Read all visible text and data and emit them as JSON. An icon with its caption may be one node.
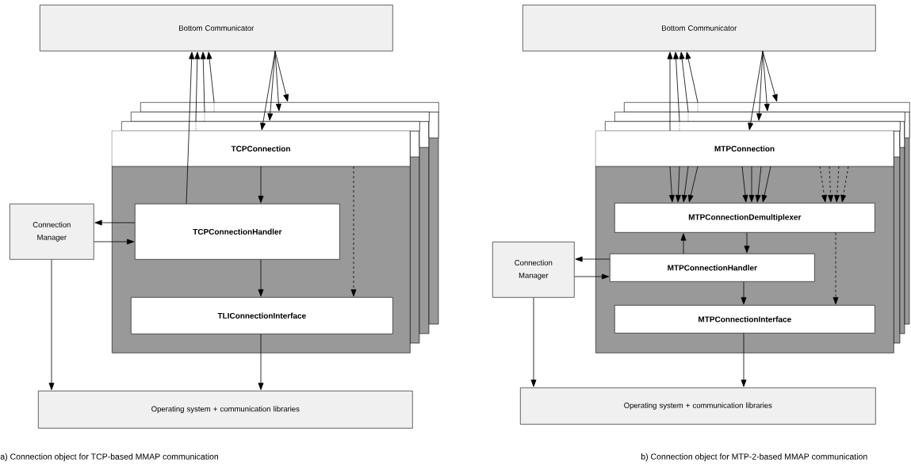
{
  "diagram": {
    "nodes": [
      {
        "text": [
          "Bottom Communicator"
        ]
      },
      {
        "text": [],
        "shape": "box"
      },
      {
        "text": [],
        "shape": "box"
      },
      {
        "text": [],
        "shape": "box"
      },
      {
        "text": [
          "TCPConnection"
        ]
      },
      {
        "text": [
          "Connection Manager"
        ]
      },
      {
        "text": [
          "TCPConnectionHandler"
        ],
        "in": 4
      },
      {
        "text": [
          "TLIConnectionInterface"
        ],
        "in": 4
      },
      {
        "text": [
          "Operating system + communication libraries"
        ]
      },
      {
        "text": [
          "Bottom Communicator"
        ]
      },
      {
        "text": [],
        "shape": "box"
      },
      {
        "text": [],
        "shape": "box"
      },
      {
        "text": [],
        "shape": "box"
      },
      {
        "text": [
          "MTPConnection"
        ]
      },
      {
        "text": [
          "MTPConnectionDemultiplexer"
        ],
        "in": 13
      },
      {
        "text": [
          "Connection Manager"
        ]
      },
      {
        "text": [
          "MTPConnectionHandler"
        ],
        "in": 13
      },
      {
        "text": [
          "MTPConnectionInterface"
        ],
        "in": 13
      },
      {
        "text": [
          "Operating system + communication libraries"
        ]
      }
    ],
    "edges": [
      {
        "from": 6,
        "to": 0,
        "arrow": "to"
      },
      {
        "from": 3,
        "to": 0,
        "arrow": "to"
      },
      {
        "from": 2,
        "to": 0,
        "arrow": "to"
      },
      {
        "from": 1,
        "to": 0,
        "arrow": "to"
      },
      {
        "from": 0,
        "to": 4,
        "arrow": "to"
      },
      {
        "from": 0,
        "to": 3,
        "arrow": "to"
      },
      {
        "from": 0,
        "to": 2,
        "arrow": "to"
      },
      {
        "from": 0,
        "to": 1,
        "arrow": "to"
      },
      {
        "from": 4,
        "to": 6,
        "arrow": "to"
      },
      {
        "from": 4,
        "to": 7,
        "arrow": "to",
        "style": "dashed"
      },
      {
        "from": 6,
        "to": 5,
        "arrow": "to"
      },
      {
        "from": 5,
        "to": 6,
        "arrow": "to"
      },
      {
        "from": 6,
        "to": 7,
        "arrow": "to"
      },
      {
        "from": 7,
        "to": 8,
        "arrow": "to"
      },
      {
        "from": 5,
        "to": 8,
        "arrow": "to"
      },
      {
        "from": 13,
        "to": 9,
        "arrow": "to"
      },
      {
        "from": 12,
        "to": 9,
        "arrow": "to"
      },
      {
        "from": 11,
        "to": 9,
        "arrow": "to"
      },
      {
        "from": 10,
        "to": 9,
        "arrow": "to"
      },
      {
        "from": 9,
        "to": 13,
        "arrow": "to"
      },
      {
        "from": 9,
        "to": 12,
        "arrow": "to"
      },
      {
        "from": 9,
        "to": 11,
        "arrow": "to"
      },
      {
        "from": 9,
        "to": 10,
        "arrow": "to"
      },
      {
        "from": 13,
        "to": 14,
        "arrow": "to"
      },
      {
        "from": 13,
        "to": 14,
        "arrow": "to"
      },
      {
        "from": 13,
        "to": 14,
        "arrow": "to"
      },
      {
        "from": 13,
        "to": 14,
        "arrow": "to"
      },
      {
        "from": 13,
        "to": 14,
        "arrow": "to"
      },
      {
        "from": 13,
        "to": 14,
        "arrow": "to"
      },
      {
        "from": 13,
        "to": 14,
        "arrow": "to"
      },
      {
        "from": 13,
        "to": 14,
        "arrow": "to"
      },
      {
        "from": 13,
        "to": 14,
        "arrow": "to",
        "style": "dashed"
      },
      {
        "from": 13,
        "to": 14,
        "arrow": "to",
        "style": "dashed"
      },
      {
        "from": 13,
        "to": 14,
        "arrow": "to",
        "style": "dashed"
      },
      {
        "from": 13,
        "to": 14,
        "arrow": "to",
        "style": "dashed"
      },
      {
        "from": 16,
        "to": 14,
        "arrow": "to"
      },
      {
        "from": 14,
        "to": 16,
        "arrow": "to"
      },
      {
        "from": 16,
        "to": 15,
        "arrow": "to"
      },
      {
        "from": 15,
        "to": 16,
        "arrow": "to"
      },
      {
        "from": 16,
        "to": 17,
        "arrow": "to"
      },
      {
        "from": 14,
        "to": 17,
        "arrow": "to",
        "style": "dashed"
      },
      {
        "from": 17,
        "to": 18,
        "arrow": "to"
      },
      {
        "from": 15,
        "to": 18,
        "arrow": "to"
      }
    ],
    "labels": [
      "a) Connection object for TCP-based MMAP communication",
      "b) Connection object for MTP-2-based MMAP communication"
    ]
  }
}
